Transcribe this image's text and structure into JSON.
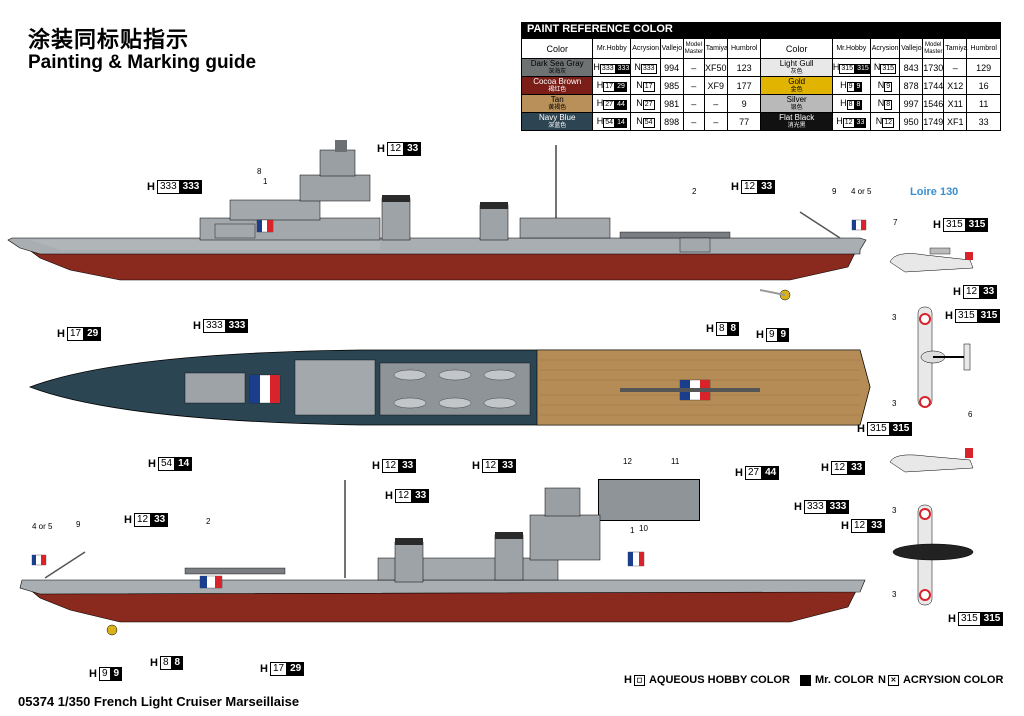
{
  "title_cn": "涂装同标贴指示",
  "title_en": "Painting & Marking guide",
  "footer": "05374 1/350 French Light Cruiser Marseillaise",
  "aircraft_label": "Loire 130",
  "paint_ref": {
    "header": "PAINT REFERENCE COLOR",
    "columns": [
      "Color",
      "Mr.Hobby",
      "Acrysion",
      "Vallejo",
      "Model Master",
      "Tamiya",
      "Humbrol"
    ],
    "left": [
      {
        "name": "Dark Sea Gray",
        "cn": "深海灰",
        "swatch": "#6f7273",
        "text": "#000",
        "h": "333",
        "hd": "333",
        "n": "333",
        "vallejo": "994",
        "mm": "–",
        "tamiya": "XF50",
        "humbrol": "123"
      },
      {
        "name": "Cocoa Brown",
        "cn": "褐红色",
        "swatch": "#7b1e17",
        "text": "#fff",
        "h": "17",
        "hd": "29",
        "n": "17",
        "vallejo": "985",
        "mm": "–",
        "tamiya": "XF9",
        "humbrol": "177"
      },
      {
        "name": "Tan",
        "cn": "黄褐色",
        "swatch": "#b9905a",
        "text": "#000",
        "h": "27",
        "hd": "44",
        "n": "27",
        "vallejo": "981",
        "mm": "–",
        "tamiya": "–",
        "humbrol": "9"
      },
      {
        "name": "Navy Blue",
        "cn": "深蓝色",
        "swatch": "#2d4553",
        "text": "#fff",
        "h": "54",
        "hd": "14",
        "n": "54",
        "vallejo": "898",
        "mm": "–",
        "tamiya": "–",
        "humbrol": "77"
      }
    ],
    "right": [
      {
        "name": "Light Gull",
        "cn": "灰色",
        "swatch": "#e8e8e8",
        "text": "#000",
        "h": "315",
        "hd": "315",
        "n": "315",
        "vallejo": "843",
        "mm": "1730",
        "tamiya": "–",
        "humbrol": "129"
      },
      {
        "name": "Gold",
        "cn": "金色",
        "swatch": "#e0b400",
        "text": "#000",
        "h": "9",
        "hd": "9",
        "n": "9",
        "vallejo": "878",
        "mm": "1744",
        "tamiya": "X12",
        "humbrol": "16"
      },
      {
        "name": "Silver",
        "cn": "银色",
        "swatch": "#b9b9b9",
        "text": "#000",
        "h": "8",
        "hd": "8",
        "n": "8",
        "vallejo": "997",
        "mm": "1546",
        "tamiya": "X11",
        "humbrol": "11"
      },
      {
        "name": "Flat Black",
        "cn": "消光黑",
        "swatch": "#111111",
        "text": "#fff",
        "h": "12",
        "hd": "33",
        "n": "12",
        "vallejo": "950",
        "mm": "1749",
        "tamiya": "XF1",
        "humbrol": "33"
      }
    ]
  },
  "callouts": {
    "top_bow_gray": {
      "a": "333",
      "b": "333"
    },
    "top_funnel": {
      "a": "12",
      "b": "33"
    },
    "top_stern": {
      "a": "12",
      "b": "33"
    },
    "top_hull_red": {
      "a": "17",
      "b": "29"
    },
    "top_prop_silver": {
      "a": "8",
      "b": "8"
    },
    "top_prop_gold": {
      "a": "9",
      "b": "9"
    },
    "deck_gray": {
      "a": "333",
      "b": "333"
    },
    "deck_navy": {
      "a": "54",
      "b": "14"
    },
    "deck_black1": {
      "a": "12",
      "b": "33"
    },
    "deck_black2": {
      "a": "12",
      "b": "33"
    },
    "deck_tan": {
      "a": "27",
      "b": "44"
    },
    "bot_funnel": {
      "a": "12",
      "b": "33"
    },
    "bot_bow": {
      "a": "12",
      "b": "33"
    },
    "bot_stern_gray": {
      "a": "333",
      "b": "333"
    },
    "bot_prop_gold": {
      "a": "9",
      "b": "9"
    },
    "bot_prop_silver": {
      "a": "8",
      "b": "8"
    },
    "bot_hull_red": {
      "a": "17",
      "b": "29"
    },
    "plane1_gull": {
      "a": "315",
      "b": "315"
    },
    "plane1_black": {
      "a": "12",
      "b": "33"
    },
    "plane2_gull": {
      "a": "315",
      "b": "315"
    },
    "plane3_gull": {
      "a": "315",
      "b": "315"
    },
    "plane3_black": {
      "a": "12",
      "b": "33"
    },
    "plane4_black": {
      "a": "12",
      "b": "33"
    },
    "plane4_gull": {
      "a": "315",
      "b": "315"
    }
  },
  "numbers": {
    "n8": "8",
    "n1": "1",
    "n2": "2",
    "n9": "9",
    "n4or5": "4 or 5",
    "n7": "7",
    "n3a": "3",
    "n3b": "3",
    "n6": "6",
    "n12": "12",
    "n11": "11",
    "n4or5b": "4 or 5",
    "n9b": "9",
    "n2b": "2",
    "n1b": "1",
    "n10": "10",
    "n3c": "3",
    "n3d": "3"
  },
  "legend": {
    "h_prefix": "H",
    "h_label": "AQUEOUS HOBBY COLOR",
    "mr_label": "Mr. COLOR",
    "n_prefix": "N",
    "n_label": "ACRYSION COLOR"
  },
  "colors": {
    "hull_gray": "#a9aeb2",
    "hull_red": "#8a2a1e",
    "deck_navy": "#2b4652",
    "deck_tan": "#b58b56"
  }
}
